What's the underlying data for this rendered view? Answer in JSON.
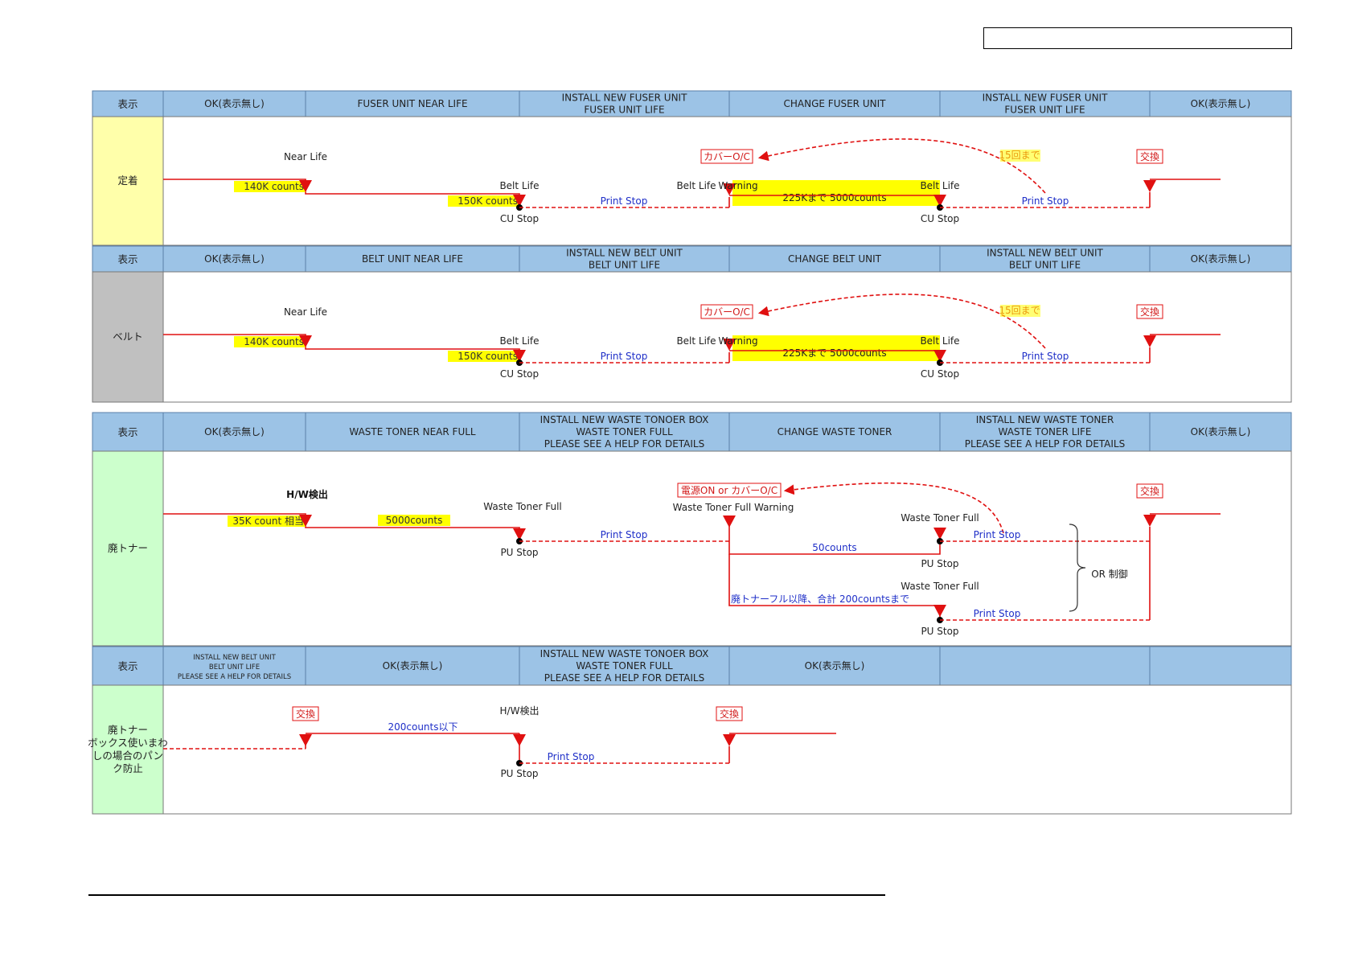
{
  "sections": [
    {
      "key": "fuser",
      "header_label": "表示",
      "side_label": "定着",
      "columns": [
        "OK(表示無し)",
        "FUSER UNIT NEAR LIFE",
        "INSTALL NEW FUSER UNIT\nFUSER UNIT LIFE",
        "CHANGE FUSER UNIT",
        "INSTALL NEW FUSER UNIT\nFUSER UNIT LIFE",
        "OK(表示無し)"
      ],
      "near_life": "Near Life",
      "count_a": "140K counts",
      "belt_life": "Belt Life",
      "count_b": "150K counts",
      "cu_stop": "CU Stop",
      "print_stop": "Print Stop",
      "cover": "カバーO/C",
      "belt_life_warning_a": "Belt Life",
      "belt_life_warning_b": "Warning",
      "range": "225Kまで 5000counts",
      "belt_life_2": "Belt Life",
      "times": "15回まで",
      "print_stop_2": "Print Stop",
      "cu_stop_2": "CU Stop",
      "exchange": "交換"
    },
    {
      "key": "belt",
      "header_label": "表示",
      "side_label": "ベルト",
      "columns": [
        "OK(表示無し)",
        "BELT UNIT NEAR LIFE",
        "INSTALL NEW BELT UNIT\nBELT UNIT LIFE",
        "CHANGE BELT UNIT",
        "INSTALL NEW BELT UNIT\nBELT UNIT LIFE",
        "OK(表示無し)"
      ],
      "near_life": "Near Life",
      "count_a": "140K counts",
      "belt_life": "Belt Life",
      "count_b": "150K counts",
      "cu_stop": "CU Stop",
      "print_stop": "Print Stop",
      "cover": "カバーO/C",
      "belt_life_warning_a": "Belt Life",
      "belt_life_warning_b": "Warning",
      "range": "225Kまで 5000counts",
      "belt_life_2": "Belt Life",
      "times": "15回まで",
      "print_stop_2": "Print Stop",
      "cu_stop_2": "CU Stop",
      "exchange": "交換"
    }
  ],
  "waste": {
    "header_label": "表示",
    "side_label": "廃トナー",
    "columns": [
      "OK(表示無し)",
      "WASTE TONER NEAR FULL",
      "INSTALL NEW WASTE TONOER BOX\nWASTE TONER FULL\nPLEASE SEE A HELP FOR DETAILS",
      "CHANGE WASTE TONER",
      "INSTALL NEW WASTE TONER\nWASTE TONER LIFE\nPLEASE SEE A HELP FOR DETAILS",
      "OK(表示無し)"
    ],
    "hw_detect": "H/W検出",
    "count_a": "35K  count 相当",
    "count_b": "5000counts",
    "full": "Waste Toner Full",
    "pu_stop": "PU Stop",
    "print_stop": "Print Stop",
    "power_cover": "電源ON or カバーO/C",
    "full_warning": "Waste Toner Full Warning",
    "full_2": "Waste Toner Full",
    "print_stop_2": "Print Stop",
    "fifty": "50counts",
    "pu_stop_2": "PU Stop",
    "or_control": "OR 制御",
    "full_3": "Waste Toner Full",
    "after_full": "廃トナーフル以降、合計 200countsまで",
    "print_stop_3": "Print Stop",
    "pu_stop_3": "PU Stop",
    "exchange": "交換"
  },
  "box": {
    "header_label": "表示",
    "side_label_lines": [
      "廃トナー",
      "ボックス使いまわ",
      "しの場合のパン",
      "ク防止"
    ],
    "col1_lines": [
      "INSTALL NEW BELT UNIT",
      "BELT UNIT LIFE",
      "PLEASE SEE A HELP FOR DETAILS"
    ],
    "col2": "OK(表示無し)",
    "col3_lines": [
      "INSTALL NEW WASTE TONOER BOX",
      "WASTE TONER FULL",
      "PLEASE SEE A HELP FOR DETAILS"
    ],
    "col4": "OK(表示無し)",
    "exchange": "交換",
    "under200": "200counts以下",
    "hw_detect": "H/W検出",
    "print_stop": "Print Stop",
    "pu_stop": "PU Stop",
    "exchange_2": "交換"
  },
  "colors": {
    "header_blue": "#9cc3e6",
    "fuser_yellow": "#ffffaa",
    "belt_gray": "#c0c0c0",
    "waste_green": "#ccffcc",
    "highlight": "#ffff00",
    "line_red": "#e01010",
    "dash_blue": "#1f2fc8"
  }
}
